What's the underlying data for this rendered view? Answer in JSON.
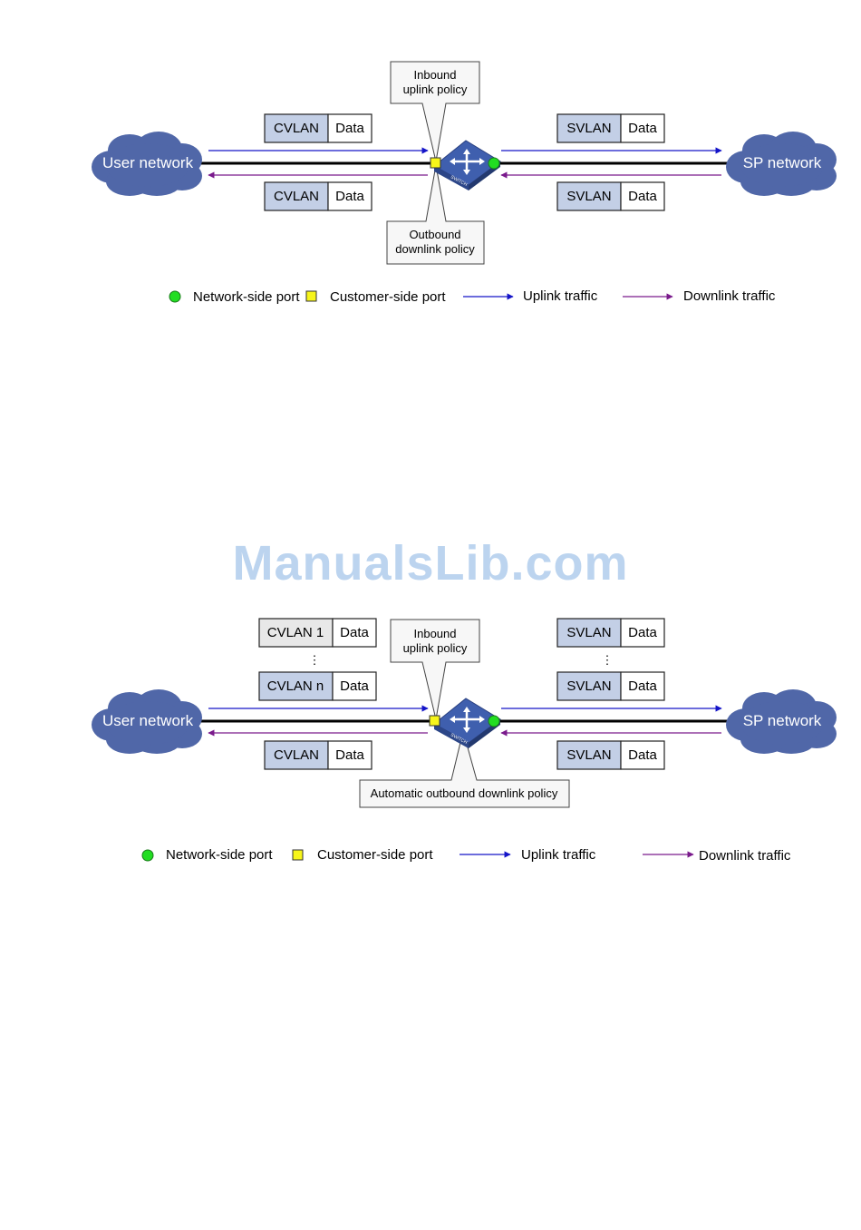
{
  "colors": {
    "cloud": "#5067a8",
    "vlan_fill": "#c3cfe6",
    "vlan_light_fill": "#e8e8e8",
    "uplink": "#1414c8",
    "downlink": "#7a1a8c",
    "network_port": "#22dd22",
    "customer_port": "#f7f51a",
    "switch": "#3f5fae"
  },
  "watermark": "ManualsLib.com",
  "diagram1": {
    "user_network": "User network",
    "sp_network": "SP network",
    "inbound_callout": [
      "Inbound",
      "uplink policy"
    ],
    "outbound_callout": [
      "Outbound",
      "downlink policy"
    ],
    "left_upper_frame": {
      "tag": "CVLAN",
      "data": "Data"
    },
    "left_lower_frame": {
      "tag": "CVLAN",
      "data": "Data"
    },
    "right_upper_frame": {
      "tag": "SVLAN",
      "data": "Data"
    },
    "right_lower_frame": {
      "tag": "SVLAN",
      "data": "Data"
    },
    "switch_label": "SWITCH"
  },
  "diagram2": {
    "user_network": "User network",
    "sp_network": "SP network",
    "inbound_callout": [
      "Inbound",
      "uplink policy"
    ],
    "outbound_callout": "Automatic outbound downlink policy",
    "left_frame_1": {
      "tag": "CVLAN 1",
      "data": "Data"
    },
    "left_frame_n": {
      "tag": "CVLAN n",
      "data": "Data"
    },
    "left_lower_frame": {
      "tag": "CVLAN",
      "data": "Data"
    },
    "right_frame_1": {
      "tag": "SVLAN",
      "data": "Data"
    },
    "right_frame_n": {
      "tag": "SVLAN",
      "data": "Data"
    },
    "right_lower_frame": {
      "tag": "SVLAN",
      "data": "Data"
    },
    "ellipsis": "⋮",
    "switch_label": "SWITCH"
  },
  "legend1": {
    "network_port": "Network-side port",
    "customer_port": "Customer-side port",
    "uplink": "Uplink traffic",
    "downlink": "Downlink traffic"
  },
  "legend2": {
    "network_port": "Network-side port",
    "customer_port": "Customer-side port",
    "uplink": "Uplink traffic",
    "downlink": "Downlink traffic"
  }
}
